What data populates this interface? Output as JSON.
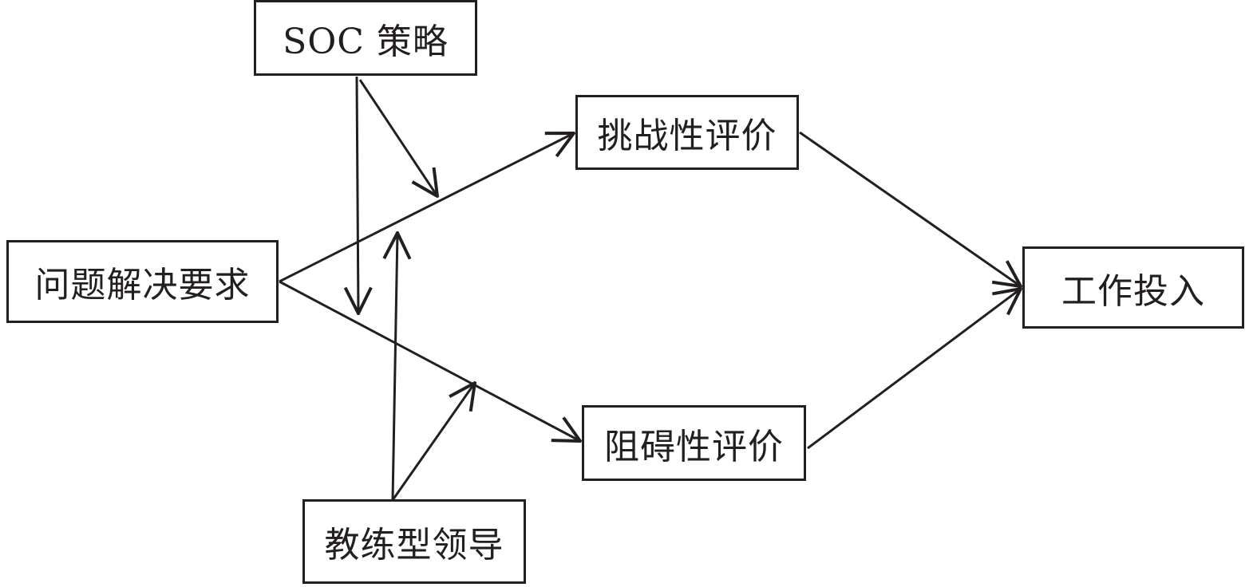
{
  "diagram": {
    "type": "moderated mediation model",
    "nodes": {
      "soc": {
        "label": "SOC 策略",
        "role": "moderator"
      },
      "problem_solving": {
        "label": "问题解决要求",
        "role": "independent variable"
      },
      "challenge": {
        "label": "挑战性评价",
        "role": "mediator"
      },
      "hindrance": {
        "label": "阻碍性评价",
        "role": "mediator"
      },
      "engagement": {
        "label": "工作投入",
        "role": "dependent variable"
      },
      "coaching": {
        "label": "教练型领导",
        "role": "moderator"
      }
    },
    "edges": [
      {
        "from": "问题解决要求",
        "to": "挑战性评价"
      },
      {
        "from": "问题解决要求",
        "to": "阻碍性评价"
      },
      {
        "from": "挑战性评价",
        "to": "工作投入"
      },
      {
        "from": "阻碍性评价",
        "to": "工作投入"
      },
      {
        "from": "SOC 策略",
        "to": "问题解决要求 → 挑战性评价",
        "kind": "moderation"
      },
      {
        "from": "SOC 策略",
        "to": "问题解决要求 → 阻碍性评价",
        "kind": "moderation"
      },
      {
        "from": "教练型领导",
        "to": "问题解决要求 → 挑战性评价",
        "kind": "moderation"
      },
      {
        "from": "教练型领导",
        "to": "问题解决要求 → 阻碍性评价",
        "kind": "moderation"
      }
    ]
  }
}
